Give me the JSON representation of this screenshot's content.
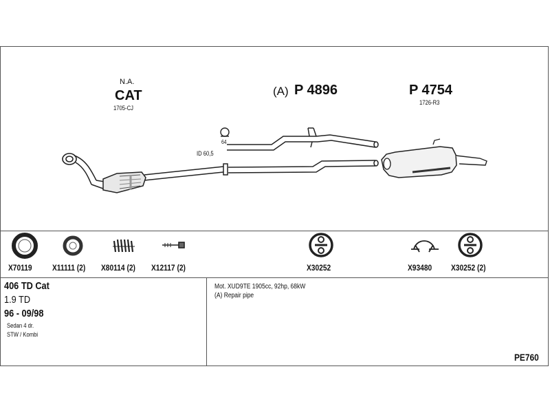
{
  "diagram": {
    "cat_na": "N.A.",
    "cat_title": "CAT",
    "cat_code": "1705-CJ",
    "center_prefix": "(A)",
    "center_part": "P 4896",
    "rear_part": "P 4754",
    "rear_code": "1726-R3",
    "clamp_size": "64",
    "pipe_diameter": "ID 60,5"
  },
  "parts": [
    {
      "code": "X70119",
      "qty": ""
    },
    {
      "code": "X11111",
      "qty": "(2)"
    },
    {
      "code": "X80114",
      "qty": "(2)"
    },
    {
      "code": "X12117",
      "qty": "(2)"
    },
    {
      "code": "X30252",
      "qty": ""
    },
    {
      "code": "X93480",
      "qty": ""
    },
    {
      "code": "X30252",
      "qty": "(2)"
    }
  ],
  "vehicle": {
    "model": "406 TD Cat",
    "engine": "1.9 TD",
    "years": "96 - 09/98",
    "body1": "Sedan 4 dr.",
    "body2": "STW / Kombi"
  },
  "notes": {
    "motor": "Mot. XUD9TE 1905cc, 92hp, 68kW",
    "repair": "(A) Repair pipe"
  },
  "ref_code": "PE760"
}
